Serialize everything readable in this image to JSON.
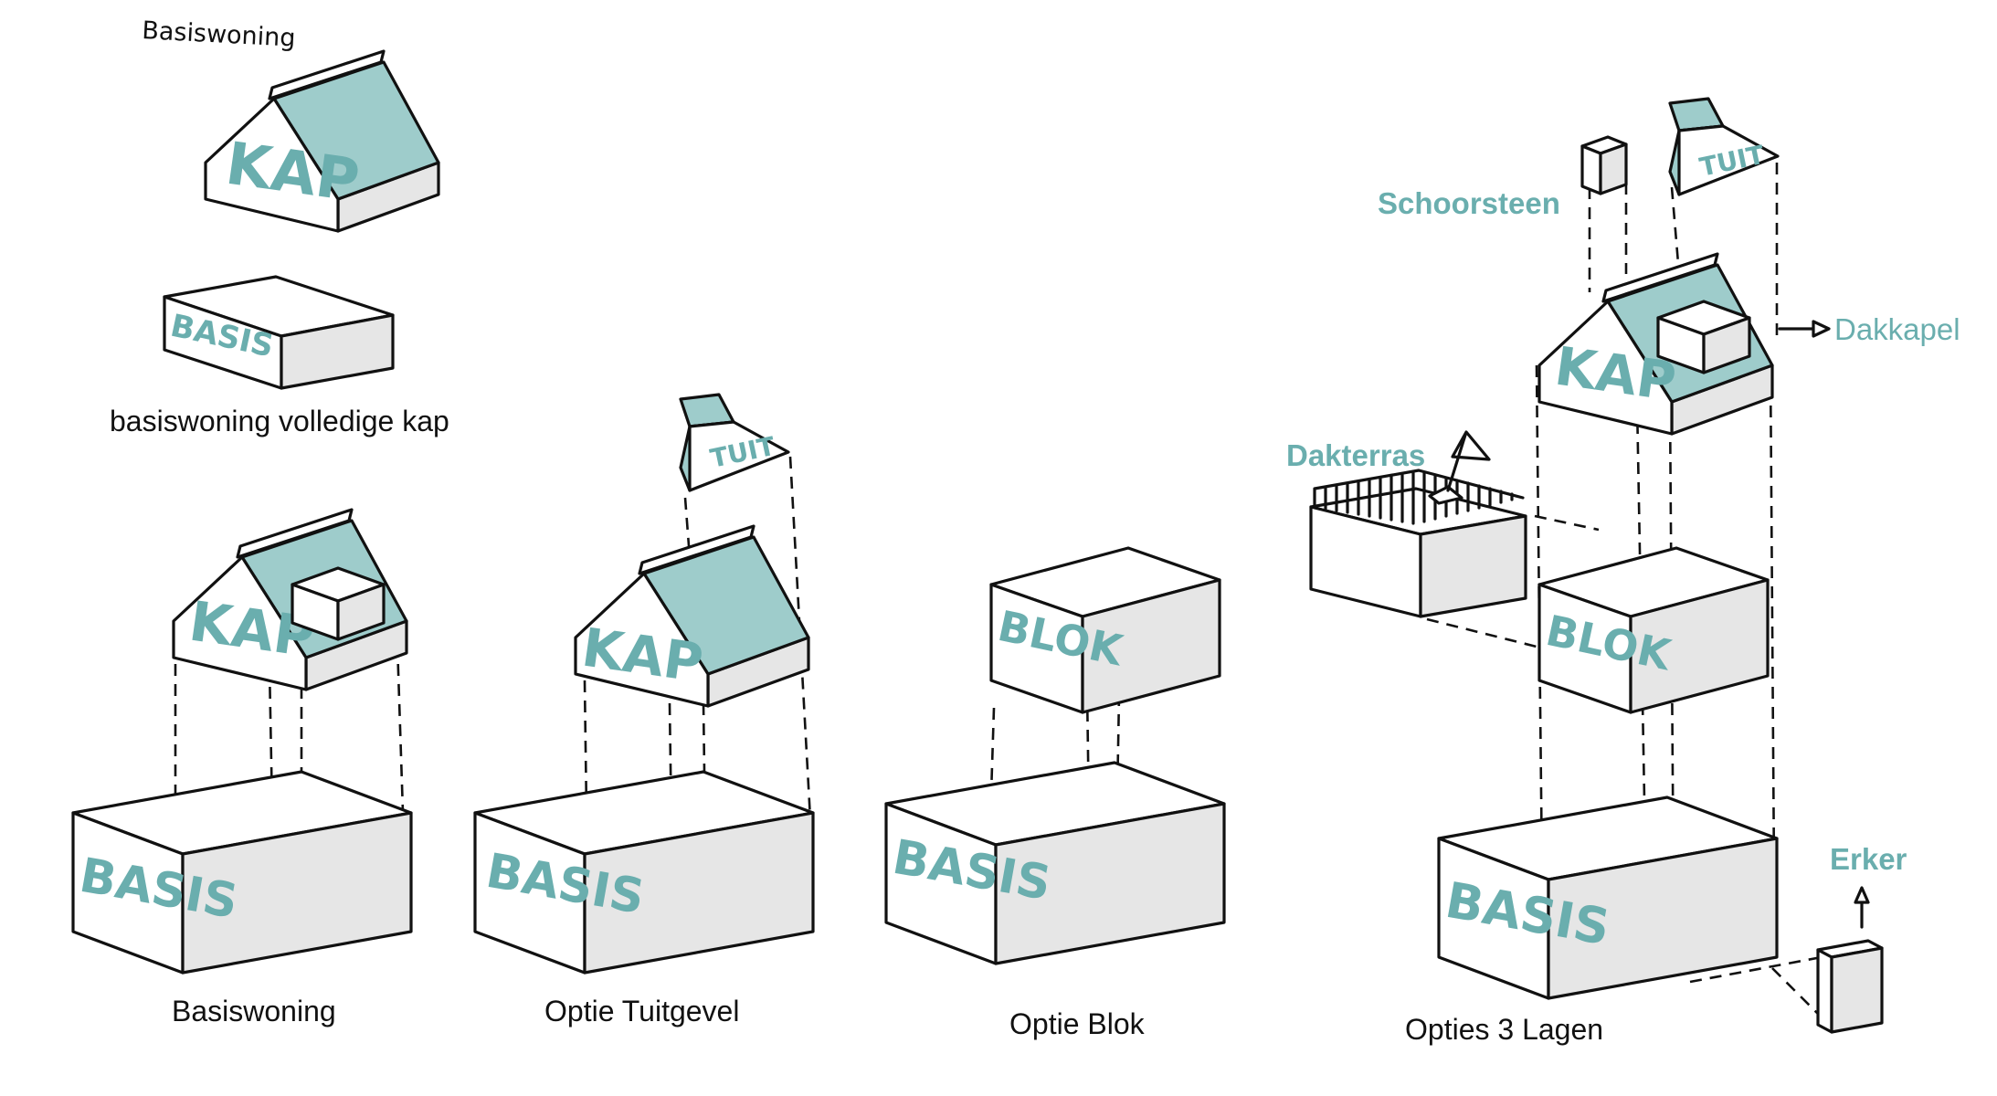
{
  "colors": {
    "teal": "#6aaeae",
    "roof_fill": "#9ecccb",
    "side_fill": "#e6e6e6",
    "ink": "#111111",
    "paper": "#ffffff"
  },
  "blocks": {
    "basis": "BASIS",
    "kap": "KAP",
    "blok": "BLOK",
    "tuit": "TUIT"
  },
  "legend": {
    "title": "Basiswoning",
    "caption": "basiswoning volledige kap"
  },
  "captions": {
    "basiswoning": "Basiswoning",
    "tuitgevel": "Optie Tuitgevel",
    "blok": "Optie Blok",
    "drie_lagen": "Opties 3 Lagen"
  },
  "annotations": {
    "schoorsteen": "Schoorsteen",
    "dakkapel": "Dakkapel",
    "dakterras": "Dakterras",
    "erker": "Erker"
  }
}
